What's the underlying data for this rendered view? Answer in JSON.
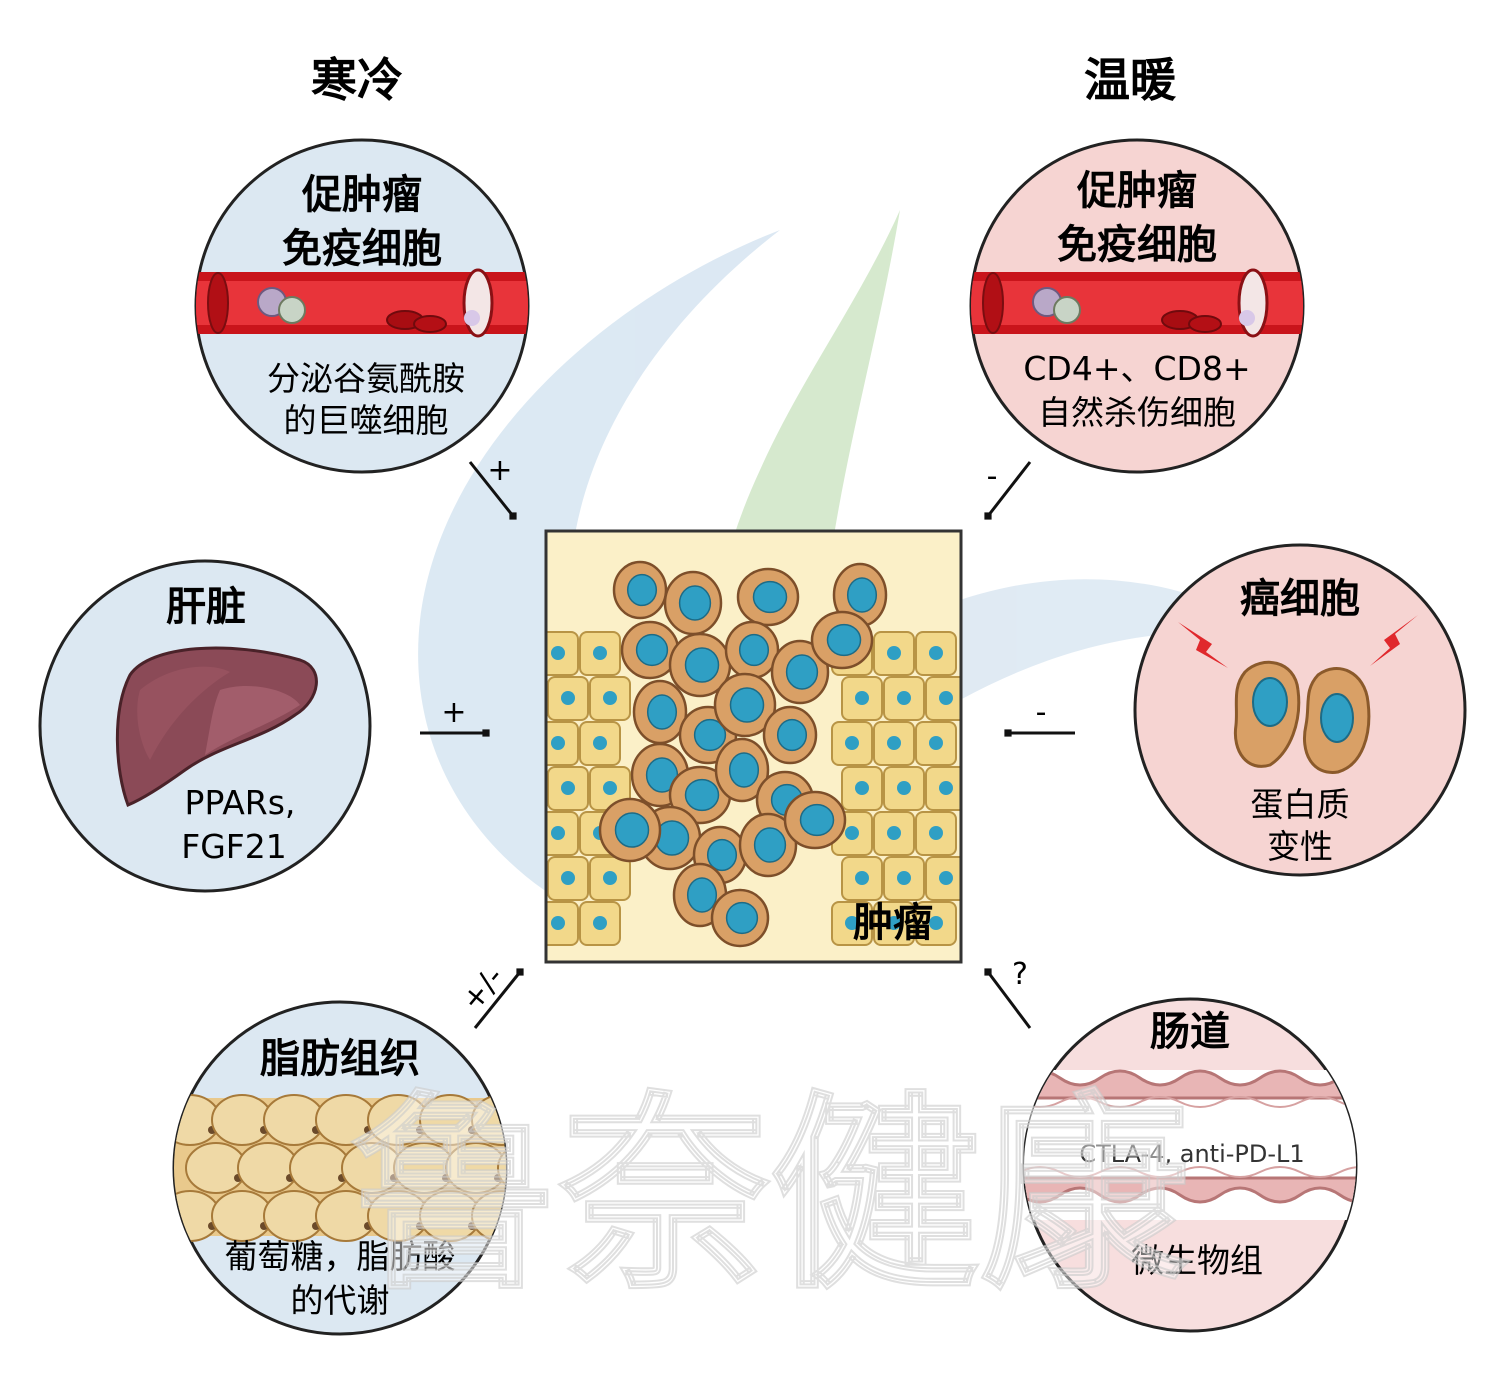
{
  "headings": {
    "cold": "寒冷",
    "warm": "温暖"
  },
  "watermark": "鲁奈健康",
  "center": {
    "label": "肿瘤"
  },
  "nodes": {
    "cold_immune": {
      "title_lines": [
        "促肿瘤",
        "免疫细胞"
      ],
      "body_lines": [
        "分泌谷氨酰胺",
        "的巨噬细胞"
      ],
      "sign": "+"
    },
    "warm_immune": {
      "title_lines": [
        "促肿瘤",
        "免疫细胞"
      ],
      "body_lines": [
        "CD4+、CD8+",
        "自然杀伤细胞"
      ],
      "sign": "-"
    },
    "liver": {
      "title_lines": [
        "肝脏"
      ],
      "body_lines": [
        "PPARs,",
        "FGF21"
      ],
      "sign": "+"
    },
    "cancer_cell": {
      "title_lines": [
        "癌细胞"
      ],
      "body_lines": [
        "蛋白质",
        "变性"
      ],
      "sign": "-"
    },
    "adipose": {
      "title_lines": [
        "脂肪组织"
      ],
      "body_lines": [
        "葡萄糖，脂肪酸",
        "的代谢"
      ],
      "sign": "+/-"
    },
    "gut": {
      "title_lines": [
        "肠道"
      ],
      "inner_label": "CTLA-4, anti-PD-L1",
      "body_lines": [
        "微生物组"
      ],
      "sign": "?"
    }
  },
  "colors": {
    "cold_circle": "#dce8f2",
    "warm_circle": "#f6d4d2",
    "gut_circle": "#f7dede",
    "blood_vessel": "#c9141b",
    "tumor_bg": "#fbf0c8",
    "normal_cell": "#f2d88a",
    "tumor_cell": "#d9a066",
    "nucleus": "#2f9fc4",
    "watermark_green": "#b9dcb4",
    "watermark_blue": "#d6e5f1"
  }
}
